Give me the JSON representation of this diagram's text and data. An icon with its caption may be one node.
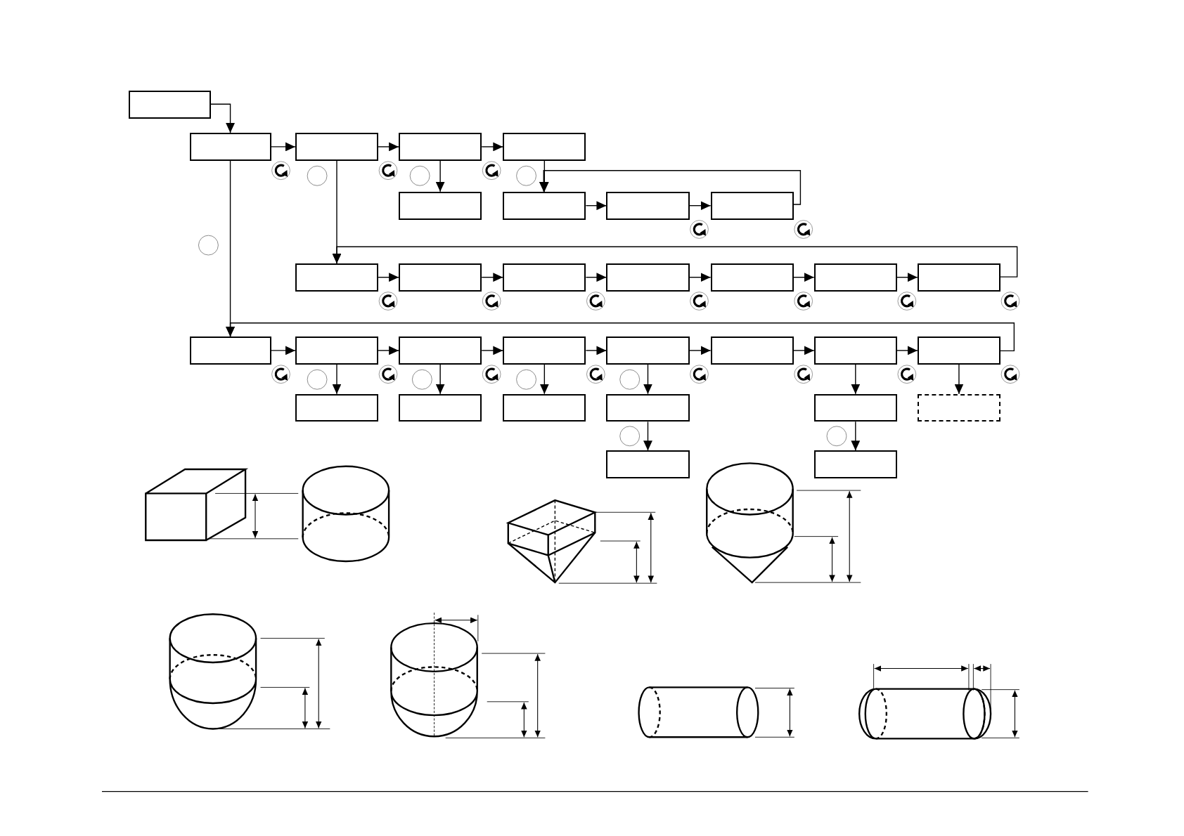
{
  "diagram": {
    "nodes": [
      {
        "text": [],
        "shape": "box"
      },
      {
        "text": [],
        "shape": "box"
      },
      {
        "text": [],
        "shape": "box"
      },
      {
        "text": [],
        "shape": "box"
      },
      {
        "text": [],
        "shape": "box"
      },
      {
        "text": [],
        "shape": "box"
      },
      {
        "text": [],
        "shape": "box"
      },
      {
        "text": [],
        "shape": "box"
      },
      {
        "text": [],
        "shape": "box"
      },
      {
        "text": [],
        "shape": "box"
      },
      {
        "text": [],
        "shape": "box"
      },
      {
        "text": [],
        "shape": "box"
      },
      {
        "text": [],
        "shape": "box"
      },
      {
        "text": [],
        "shape": "box"
      },
      {
        "text": [],
        "shape": "box"
      },
      {
        "text": [],
        "shape": "box"
      },
      {
        "text": [],
        "shape": "box"
      },
      {
        "text": [],
        "shape": "box"
      },
      {
        "text": [],
        "shape": "box"
      },
      {
        "text": [],
        "shape": "box"
      },
      {
        "text": [],
        "shape": "box"
      },
      {
        "text": [],
        "shape": "box"
      },
      {
        "text": [],
        "shape": "box"
      },
      {
        "text": [],
        "shape": "box"
      },
      {
        "text": [],
        "shape": "box"
      },
      {
        "text": [],
        "shape": "box"
      },
      {
        "text": [],
        "shape": "box"
      },
      {
        "text": [],
        "shape": "box"
      },
      {
        "text": [],
        "shape": "box"
      },
      {
        "text": [],
        "shape": "box"
      },
      {
        "text": [],
        "shape": "box"
      },
      {
        "text": [],
        "shape": "box"
      }
    ],
    "edges": [
      {
        "from": 0,
        "to": 1,
        "arrow": "to"
      },
      {
        "from": 1,
        "to": 2,
        "arrow": "to"
      },
      {
        "from": 2,
        "to": 3,
        "arrow": "to"
      },
      {
        "from": 3,
        "to": 4,
        "arrow": "to"
      },
      {
        "from": 1,
        "to": 16,
        "arrow": "to"
      },
      {
        "from": 23,
        "to": 16,
        "arrow": "to"
      },
      {
        "from": 2,
        "to": 9,
        "arrow": "to"
      },
      {
        "from": 15,
        "to": 9,
        "arrow": "to"
      },
      {
        "from": 3,
        "to": 5,
        "arrow": "to"
      },
      {
        "from": 4,
        "to": 6,
        "arrow": "to"
      },
      {
        "from": 8,
        "to": 6,
        "arrow": "to"
      },
      {
        "from": 6,
        "to": 7,
        "arrow": "to"
      },
      {
        "from": 7,
        "to": 8,
        "arrow": "to"
      },
      {
        "from": 9,
        "to": 10,
        "arrow": "to"
      },
      {
        "from": 10,
        "to": 11,
        "arrow": "to"
      },
      {
        "from": 11,
        "to": 12,
        "arrow": "to"
      },
      {
        "from": 12,
        "to": 13,
        "arrow": "to"
      },
      {
        "from": 13,
        "to": 14,
        "arrow": "to"
      },
      {
        "from": 14,
        "to": 15,
        "arrow": "to"
      },
      {
        "from": 16,
        "to": 17,
        "arrow": "to"
      },
      {
        "from": 17,
        "to": 18,
        "arrow": "to"
      },
      {
        "from": 18,
        "to": 19,
        "arrow": "to"
      },
      {
        "from": 19,
        "to": 20,
        "arrow": "to"
      },
      {
        "from": 20,
        "to": 21,
        "arrow": "to"
      },
      {
        "from": 21,
        "to": 22,
        "arrow": "to"
      },
      {
        "from": 22,
        "to": 23,
        "arrow": "to"
      },
      {
        "from": 17,
        "to": 24,
        "arrow": "to"
      },
      {
        "from": 18,
        "to": 25,
        "arrow": "to"
      },
      {
        "from": 19,
        "to": 26,
        "arrow": "to"
      },
      {
        "from": 20,
        "to": 27,
        "arrow": "to"
      },
      {
        "from": 22,
        "to": 28,
        "arrow": "to"
      },
      {
        "from": 23,
        "to": 29,
        "arrow": "to"
      },
      {
        "from": 27,
        "to": 30,
        "arrow": "to"
      },
      {
        "from": 28,
        "to": 31,
        "arrow": "to"
      },
      {
        "from": 1,
        "to": 1,
        "arrow": "to"
      },
      {
        "from": 2,
        "to": 2,
        "arrow": "to"
      },
      {
        "from": 3,
        "to": 3,
        "arrow": "to"
      },
      {
        "from": 7,
        "to": 7,
        "arrow": "to"
      },
      {
        "from": 8,
        "to": 8,
        "arrow": "to"
      },
      {
        "from": 9,
        "to": 9,
        "arrow": "to"
      },
      {
        "from": 10,
        "to": 10,
        "arrow": "to"
      },
      {
        "from": 11,
        "to": 11,
        "arrow": "to"
      },
      {
        "from": 12,
        "to": 12,
        "arrow": "to"
      },
      {
        "from": 13,
        "to": 13,
        "arrow": "to"
      },
      {
        "from": 14,
        "to": 14,
        "arrow": "to"
      },
      {
        "from": 15,
        "to": 15,
        "arrow": "to"
      },
      {
        "from": 16,
        "to": 16,
        "arrow": "to"
      },
      {
        "from": 17,
        "to": 17,
        "arrow": "to"
      },
      {
        "from": 18,
        "to": 18,
        "arrow": "to"
      },
      {
        "from": 19,
        "to": 19,
        "arrow": "to"
      },
      {
        "from": 20,
        "to": 20,
        "arrow": "to"
      },
      {
        "from": 21,
        "to": 21,
        "arrow": "to"
      },
      {
        "from": 22,
        "to": 22,
        "arrow": "to"
      },
      {
        "from": 23,
        "to": 23,
        "arrow": "to"
      }
    ]
  }
}
